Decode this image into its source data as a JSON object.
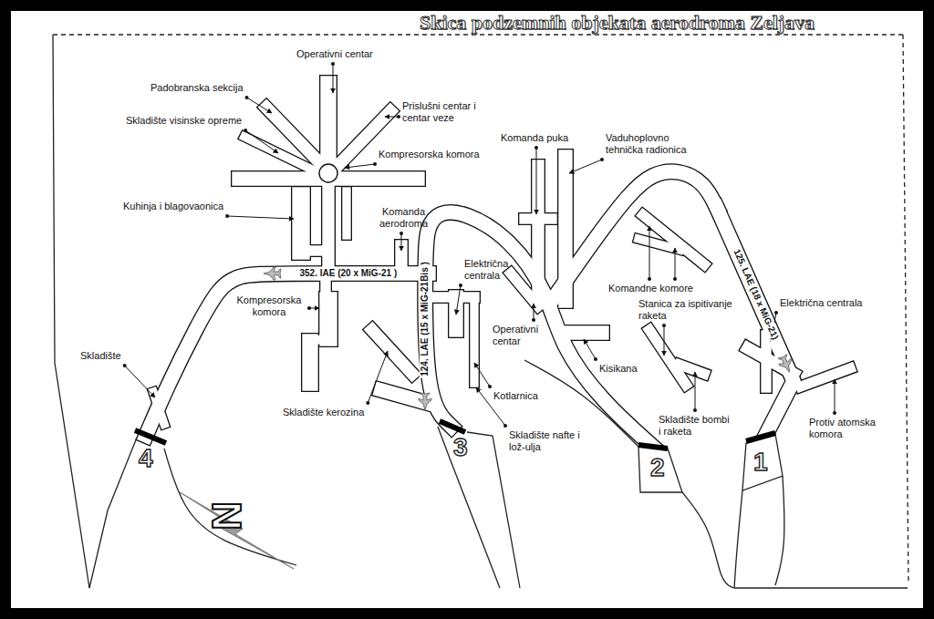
{
  "diagram": {
    "title": "Skica podzemnih objekata aerodroma Zeljava",
    "labels": [
      "Operativni centar",
      "Padobranska sekcija",
      "Prislušni centar i centar veze",
      "Skladište visinske opreme",
      "Kompresorska komora",
      "Komanda puka",
      "Vaduhoplovno tehnička radionica",
      "Kuhinja i blagovaonica",
      "Komanda aerodroma",
      "352. IAE (20 x MiG-21 )",
      "Električna centrala",
      "124. LAE (15 x MiG-21Bis )",
      "125. LAE (18 x MiG-21)",
      "Komandne komore",
      "Električna centrala",
      "Kompresorska komora",
      "Stanica za ispitivanje raketa",
      "Operativni centar",
      "Skladište",
      "Kisikana",
      "Kotlarnica",
      "Skladište kerozina",
      "Skladište bombi i raketa",
      "Protiv atomska komora",
      "Skladište nafte i lož-ulja",
      "4",
      "3",
      "2",
      "1",
      "N"
    ]
  }
}
